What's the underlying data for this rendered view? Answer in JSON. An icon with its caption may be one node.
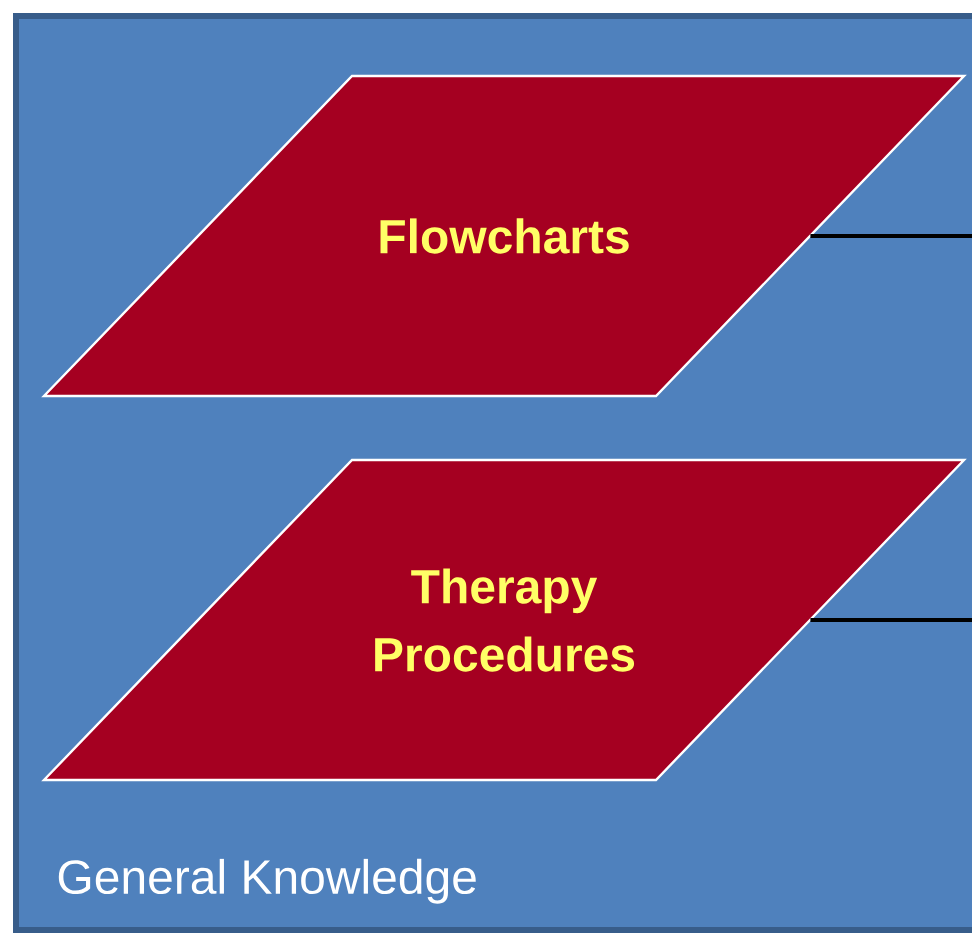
{
  "diagram": {
    "nodes": [
      {
        "text": [
          "General Knowledge"
        ]
      },
      {
        "text": [
          "Flowcharts"
        ],
        "in": 0
      },
      {
        "text": [
          "Therapy Procedures"
        ],
        "in": 0
      }
    ],
    "edges": [
      {
        "from": 1,
        "to": null,
        "arrow": "none"
      },
      {
        "from": 2,
        "to": null,
        "arrow": "none"
      }
    ]
  }
}
